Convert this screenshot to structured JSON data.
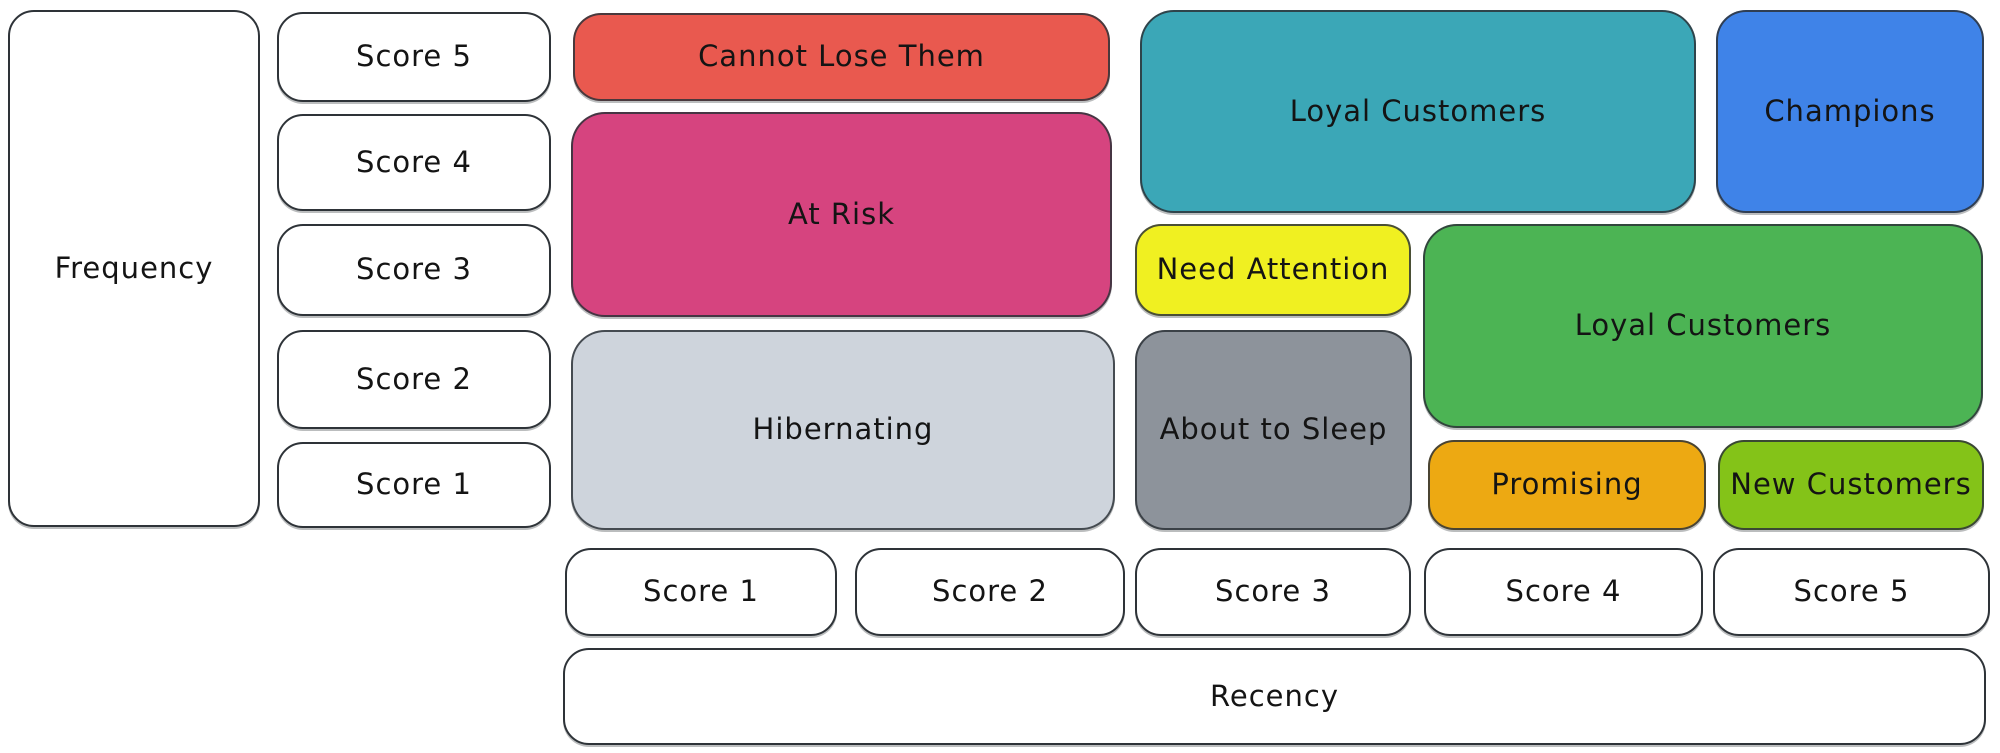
{
  "diagram": {
    "type": "rfm-segmentation-matrix",
    "frequency_axis": {
      "label": "Frequency",
      "scores": [
        "Score 5",
        "Score 4",
        "Score 3",
        "Score 2",
        "Score 1"
      ]
    },
    "recency_axis": {
      "label": "Recency",
      "scores": [
        "Score 1",
        "Score 2",
        "Score 3",
        "Score 4",
        "Score 5"
      ]
    },
    "segments": [
      {
        "label": "Cannot Lose Them",
        "color": "#e9594f",
        "recency_scores": "1-2",
        "frequency_scores": "5"
      },
      {
        "label": "At Risk",
        "color": "#d6447f",
        "recency_scores": "1-2",
        "frequency_scores": "3-4"
      },
      {
        "label": "Hibernating",
        "color": "#ced4dc",
        "recency_scores": "1-2",
        "frequency_scores": "1-2"
      },
      {
        "label": "Loyal Customers",
        "color": "#3ba7b7",
        "recency_scores": "3-4",
        "frequency_scores": "4-5"
      },
      {
        "label": "Champions",
        "color": "#3f83e8",
        "recency_scores": "5",
        "frequency_scores": "4-5"
      },
      {
        "label": "Need Attention",
        "color": "#f0f021",
        "recency_scores": "3",
        "frequency_scores": "3"
      },
      {
        "label": "Loyal Customers",
        "color": "#4cb454",
        "recency_scores": "4-5",
        "frequency_scores": "2-3"
      },
      {
        "label": "About to Sleep",
        "color": "#8d939b",
        "recency_scores": "3",
        "frequency_scores": "1-2"
      },
      {
        "label": "Promising",
        "color": "#eda912",
        "recency_scores": "4",
        "frequency_scores": "1"
      },
      {
        "label": "New Customers",
        "color": "#84c318",
        "recency_scores": "5",
        "frequency_scores": "1"
      }
    ]
  }
}
